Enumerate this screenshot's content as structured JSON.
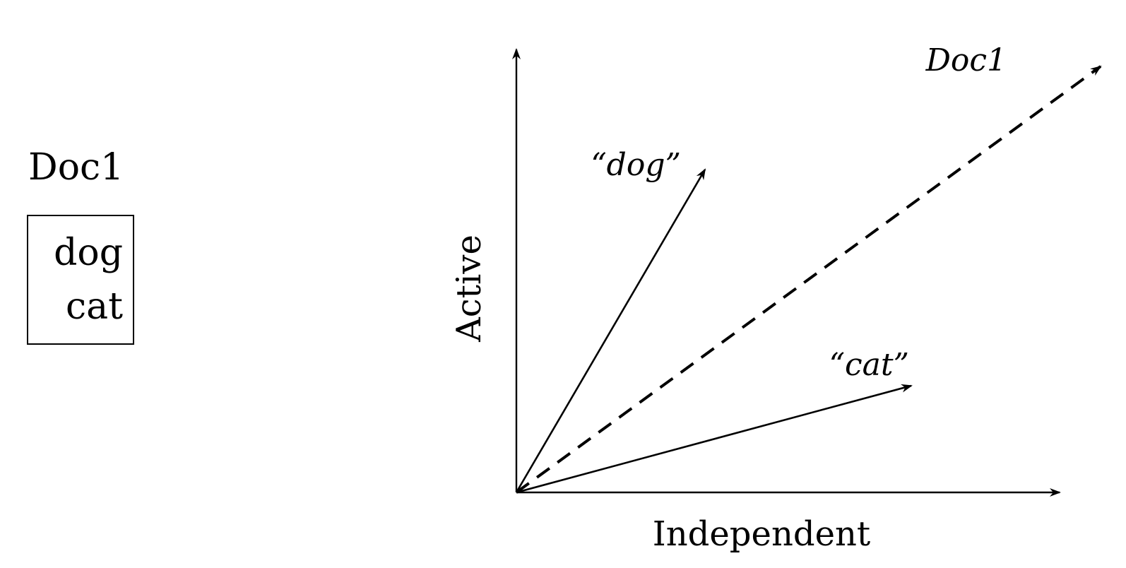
{
  "document": {
    "title": "Doc1",
    "terms": [
      "dog",
      "cat"
    ]
  },
  "diagram": {
    "x_axis_label": "Independent",
    "y_axis_label": "Active",
    "vectors": [
      {
        "label": "“dog”",
        "style": "solid"
      },
      {
        "label": "“cat”",
        "style": "solid"
      },
      {
        "label": "Doc1",
        "style": "dashed"
      }
    ],
    "colors": {
      "ink": "#000000",
      "background": "#ffffff"
    }
  }
}
